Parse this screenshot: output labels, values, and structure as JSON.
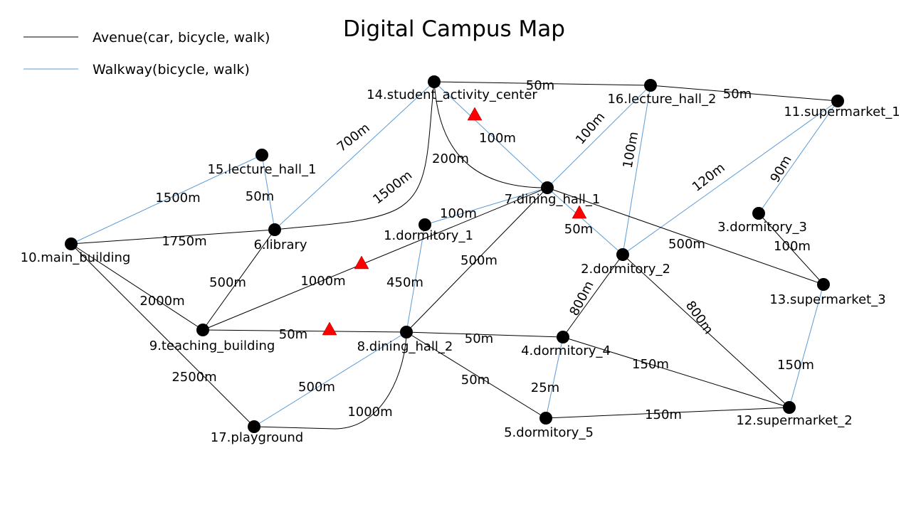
{
  "title": "Digital Campus Map",
  "legend": {
    "avenue": {
      "label": "Avenue(car, bicycle, walk)",
      "color": "#000000"
    },
    "walkway": {
      "label": "Walkway(bicycle, walk)",
      "color": "#5b9bd5"
    }
  },
  "node_color": "#000000",
  "marker_color": "#ff0000",
  "nodes": [
    {
      "id": 1,
      "label": "1.dormitory_1"
    },
    {
      "id": 2,
      "label": "2.dormitory_2"
    },
    {
      "id": 3,
      "label": "3.dormitory_3"
    },
    {
      "id": 4,
      "label": "4.dormitory_4"
    },
    {
      "id": 5,
      "label": "5.dormitory_5"
    },
    {
      "id": 6,
      "label": "6.library"
    },
    {
      "id": 7,
      "label": "7.dining_hall_1"
    },
    {
      "id": 8,
      "label": "8.dining_hall_2"
    },
    {
      "id": 9,
      "label": "9.teaching_building"
    },
    {
      "id": 10,
      "label": "10.main_building"
    },
    {
      "id": 11,
      "label": "11.supermarket_1"
    },
    {
      "id": 12,
      "label": "12.supermarket_2"
    },
    {
      "id": 13,
      "label": "13.supermarket_3"
    },
    {
      "id": 14,
      "label": "14.student_activity_center"
    },
    {
      "id": 15,
      "label": "15.lecture_hall_1"
    },
    {
      "id": 16,
      "label": "16.lecture_hall_2"
    },
    {
      "id": 17,
      "label": "17.playground"
    }
  ],
  "edges": [
    {
      "from": 14,
      "to": 16,
      "type": "avenue",
      "distance": "50m"
    },
    {
      "from": 16,
      "to": 11,
      "type": "avenue",
      "distance": "50m"
    },
    {
      "from": 14,
      "to": 7,
      "type": "walkway",
      "distance": "100m",
      "marker": true
    },
    {
      "from": 14,
      "to": 7,
      "type": "avenue",
      "distance": "200m"
    },
    {
      "from": 14,
      "to": 6,
      "type": "walkway",
      "distance": "700m"
    },
    {
      "from": 14,
      "to": 6,
      "type": "avenue",
      "distance": "1500m"
    },
    {
      "from": 16,
      "to": 7,
      "type": "walkway",
      "distance": "100m"
    },
    {
      "from": 16,
      "to": 2,
      "type": "walkway",
      "distance": "100m"
    },
    {
      "from": 11,
      "to": 2,
      "type": "walkway",
      "distance": "120m"
    },
    {
      "from": 11,
      "to": 3,
      "type": "walkway",
      "distance": "90m"
    },
    {
      "from": 15,
      "to": 10,
      "type": "walkway",
      "distance": "1500m"
    },
    {
      "from": 15,
      "to": 6,
      "type": "walkway",
      "distance": "50m"
    },
    {
      "from": 10,
      "to": 6,
      "type": "avenue",
      "distance": "1750m"
    },
    {
      "from": 1,
      "to": 7,
      "type": "walkway",
      "distance": "100m"
    },
    {
      "from": 7,
      "to": 2,
      "type": "walkway",
      "distance": "50m",
      "marker": true
    },
    {
      "from": 7,
      "to": 13,
      "type": "avenue",
      "distance": "500m"
    },
    {
      "from": 7,
      "to": 8,
      "type": "avenue",
      "distance": "500m"
    },
    {
      "from": 1,
      "to": 8,
      "type": "walkway",
      "distance": "450m"
    },
    {
      "from": 7,
      "to": 9,
      "type": "avenue",
      "distance": "1000m",
      "marker": true
    },
    {
      "from": 6,
      "to": 9,
      "type": "avenue",
      "distance": "500m"
    },
    {
      "from": 10,
      "to": 9,
      "type": "avenue",
      "distance": "2000m"
    },
    {
      "from": 10,
      "to": 17,
      "type": "avenue",
      "distance": "2500m"
    },
    {
      "from": 9,
      "to": 8,
      "type": "avenue",
      "distance": "50m",
      "marker": true
    },
    {
      "from": 8,
      "to": 4,
      "type": "avenue",
      "distance": "50m"
    },
    {
      "from": 8,
      "to": 5,
      "type": "avenue",
      "distance": "50m"
    },
    {
      "from": 8,
      "to": 17,
      "type": "walkway",
      "distance": "500m"
    },
    {
      "from": 8,
      "to": 17,
      "type": "avenue",
      "distance": "1000m"
    },
    {
      "from": 2,
      "to": 4,
      "type": "avenue",
      "distance": "800m"
    },
    {
      "from": 2,
      "to": 12,
      "type": "avenue",
      "distance": "800m"
    },
    {
      "from": 3,
      "to": 13,
      "type": "avenue",
      "distance": "100m"
    },
    {
      "from": 13,
      "to": 12,
      "type": "walkway",
      "distance": "150m"
    },
    {
      "from": 4,
      "to": 5,
      "type": "walkway",
      "distance": "25m"
    },
    {
      "from": 4,
      "to": 12,
      "type": "avenue",
      "distance": "150m"
    },
    {
      "from": 5,
      "to": 12,
      "type": "avenue",
      "distance": "150m"
    }
  ]
}
